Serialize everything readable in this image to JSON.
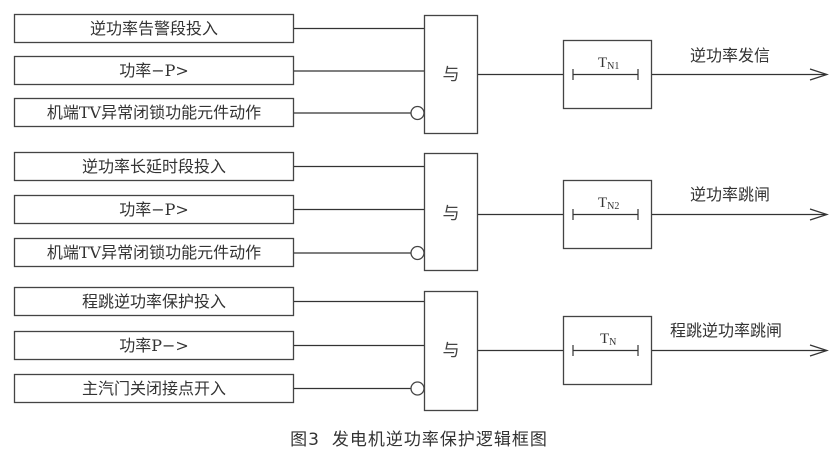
{
  "groups": [
    {
      "inputs": [
        {
          "label": "逆功率告警段投入",
          "inverted": false
        },
        {
          "label": "功率−P>",
          "inverted": false
        },
        {
          "label": "机端TV异常闭锁功能元件动作",
          "inverted": true
        }
      ],
      "gate": "与",
      "timer": {
        "main": "T",
        "sub": "N1"
      },
      "output": "逆功率发信"
    },
    {
      "inputs": [
        {
          "label": "逆功率长延时段投入",
          "inverted": false
        },
        {
          "label": "功率−P>",
          "inverted": false
        },
        {
          "label": "机端TV异常闭锁功能元件动作",
          "inverted": true
        }
      ],
      "gate": "与",
      "timer": {
        "main": "T",
        "sub": "N2"
      },
      "output": "逆功率跳闸"
    },
    {
      "inputs": [
        {
          "label": "程跳逆功率保护投入",
          "inverted": false
        },
        {
          "label": "功率P−>",
          "inverted": false
        },
        {
          "label": "主汽门关闭接点开入",
          "inverted": true
        }
      ],
      "gate": "与",
      "timer": {
        "main": "T",
        "sub": "N"
      },
      "output": "程跳逆功率跳闸"
    }
  ],
  "caption": {
    "number": "图3",
    "title": "发电机逆功率保护逻辑框图"
  }
}
